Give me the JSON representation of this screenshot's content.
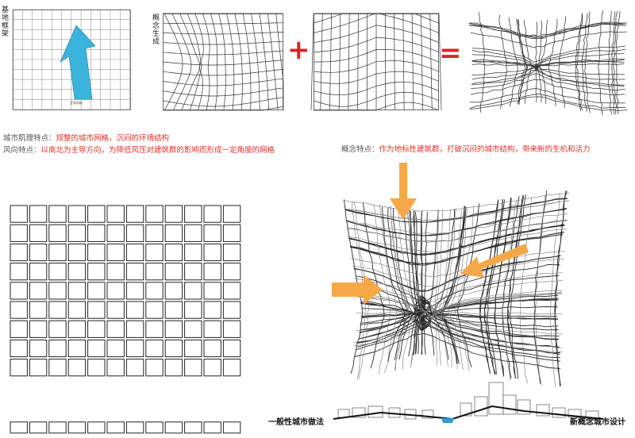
{
  "panels": {
    "base_frame": {
      "label": "基地框架",
      "arrow_caption": "主导风向"
    },
    "concept": {
      "label": "概念生成"
    }
  },
  "operators": {
    "plus": "+",
    "equals": "="
  },
  "notes": {
    "city_texture": {
      "key": "城市肌理特点：",
      "value": "规整的城市网格，沉闷的环境结构"
    },
    "wind": {
      "key": "风向特点：",
      "value": "以南北为主导方向，为降低风压对建筑群的影响而形成一定角度的网格"
    },
    "concept": {
      "key": "概念特点：",
      "value": "作为地标性建筑群，打破沉闷的城市结构，带来新的生机和活力"
    }
  },
  "section": {
    "left_label": "一般性城市做法",
    "right_label": "新概念城市设计"
  },
  "colors": {
    "accent_orange": "#f5a848",
    "arrow_blue": "#3ab4dd",
    "operator_red": "#e3211c",
    "water_blue": "#2f9bd8"
  }
}
